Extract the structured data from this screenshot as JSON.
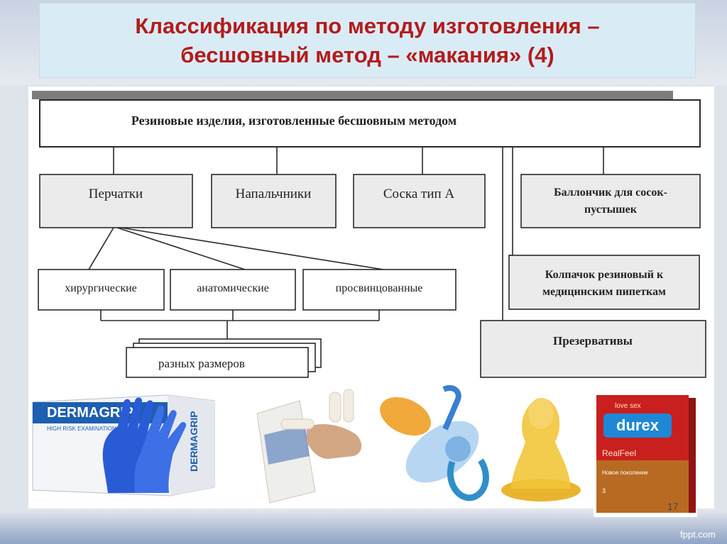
{
  "title": "Классификация по методу изготовления –\nбесшовный метод – «макания» (4)",
  "diagram": {
    "root": "Резиновые изделия, изготовленные бесшовным методом",
    "level1": [
      "Перчатки",
      "Напальчники",
      "Соска тип А"
    ],
    "right": {
      "balloon": [
        "Баллончик для сосок-",
        "пустышек"
      ],
      "cap": [
        "Колпачок резиновый к",
        "медицинским пипеткам"
      ],
      "condoms": "Презервативы"
    },
    "gloves_types": [
      "хирургические",
      "анатомические",
      "просвинцованные"
    ],
    "sizes": "разных размеров"
  },
  "photos": {
    "gloves_box_brand": "DERMAGRIP",
    "gloves_box_side": "HIGH RISK EXAMINATION GL",
    "condom_brand": "durex",
    "condom_top": "love sex",
    "condom_model": "RealFeel",
    "condom_desc": "Новое поколение",
    "condom_count": "3"
  },
  "page_number": "17",
  "footer_brand": "fppt.com",
  "colors": {
    "title": "#b31b1b",
    "title_bg": "#d9ecf5",
    "box_fill": "#ebebeb",
    "line": "#2a2a2a",
    "glove": "#2a5bd7",
    "pacifier": "#3a7fd0",
    "nipple": "#f2c53a",
    "durex_red": "#c8201e"
  }
}
